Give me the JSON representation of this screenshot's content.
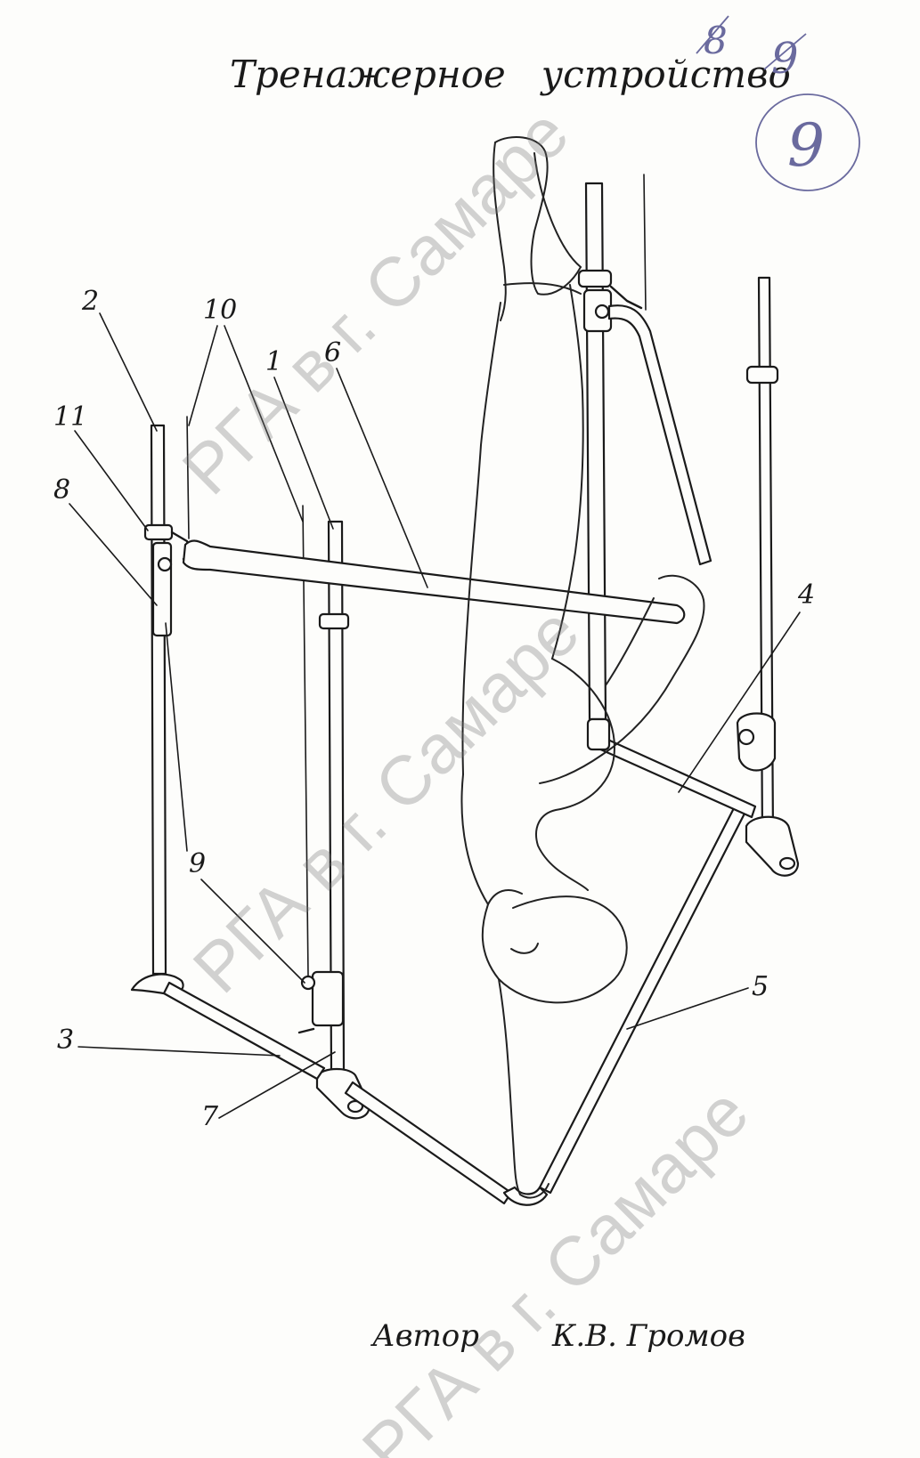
{
  "title": "Тренажерное   устройство",
  "page_marks": {
    "crossed": "8",
    "crossed_second": "9",
    "circled": "9"
  },
  "callouts": [
    {
      "id": "c1",
      "text": "1"
    },
    {
      "id": "c2",
      "text": "2"
    },
    {
      "id": "c3",
      "text": "3"
    },
    {
      "id": "c4",
      "text": "4"
    },
    {
      "id": "c5",
      "text": "5"
    },
    {
      "id": "c6",
      "text": "6"
    },
    {
      "id": "c7",
      "text": "7"
    },
    {
      "id": "c8",
      "text": "8"
    },
    {
      "id": "c9a",
      "text": "9"
    },
    {
      "id": "c10",
      "text": "10"
    },
    {
      "id": "c11",
      "text": "11"
    }
  ],
  "footer": {
    "author_label": "Автор",
    "author_name": "К.В. Громов"
  },
  "watermark": "РГА в г. Самаре"
}
